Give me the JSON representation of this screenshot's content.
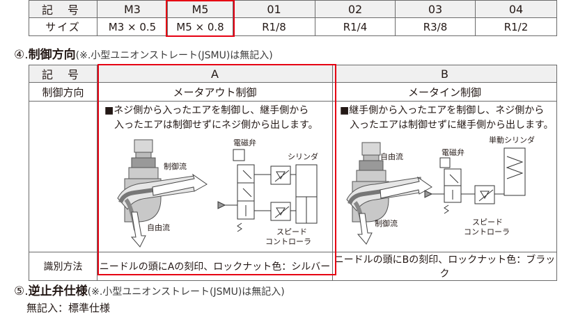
{
  "size_table": {
    "row1_label": "記 号",
    "row2_label": "サイズ",
    "codes": [
      "M3",
      "M5",
      "01",
      "02",
      "03",
      "04"
    ],
    "sizes": [
      "M3 × 0.5",
      "M5 × 0.8",
      "R1/8",
      "R1/4",
      "R3/8",
      "R1/2"
    ]
  },
  "section4": {
    "number": "④.",
    "title": "制御方向",
    "note": "(※.小型ユニオンストレート(JSMU)は無記入)"
  },
  "control_table": {
    "row_labels": [
      "記 号",
      "制御方向",
      "",
      "識別方法"
    ],
    "columns": [
      {
        "symbol": "A",
        "direction": "メータアウト制御",
        "desc_line1": "■ネジ側から入ったエアを制御し、継手側から",
        "desc_line2": "入ったエアは制御せずにネジ側から出します。",
        "diagram_labels": {
          "control_flow": "制御流",
          "free_flow": "自由流",
          "solenoid_valve": "電磁弁",
          "cylinder": "シリンダ",
          "speed_controller_1": "スピード",
          "speed_controller_2": "コントローラ"
        },
        "identification": "ニードルの頭にAの刻印、ロックナット色：シルバー"
      },
      {
        "symbol": "B",
        "direction": "メータイン制御",
        "desc_line1": "■継手側から入ったエアを制御し、ネジ側から",
        "desc_line2": "入ったエアは制御せずに継手側から出します。",
        "diagram_labels": {
          "free_flow": "自由流",
          "control_flow": "制御流",
          "solenoid_valve": "電磁弁",
          "cylinder": "単動シリンダ",
          "speed_controller_1": "スピード",
          "speed_controller_2": "コントローラ"
        },
        "identification": "ニードルの頭にBの刻印、ロックナット色：ブラック"
      }
    ]
  },
  "section5": {
    "number": "⑤.",
    "title": "逆止弁仕様",
    "note": "(※.小型ユニオンストレート(JSMU)は無記入)"
  },
  "bottom_line": "無記入：標準仕様",
  "colors": {
    "highlight": "#e60012",
    "header_bg": "#f0f0f0",
    "border": "#6b6b6b",
    "text": "#231815"
  }
}
